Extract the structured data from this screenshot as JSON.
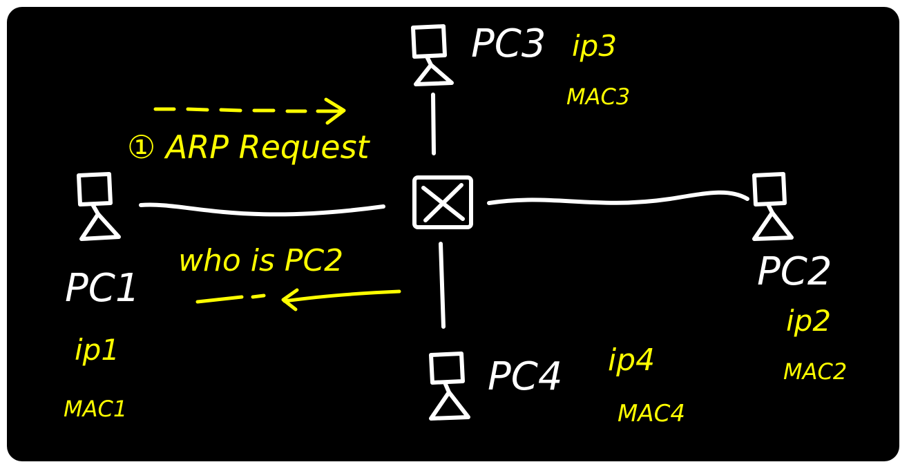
{
  "colors": {
    "background": "#000000",
    "ink": "#ffffff",
    "highlight": "#ffff00"
  },
  "nodes": {
    "pc1": {
      "label": "PC1",
      "ip": "ip1",
      "mac": "MAC1",
      "icon": "computer-icon"
    },
    "pc2": {
      "label": "PC2",
      "ip": "ip2",
      "mac": "MAC2",
      "icon": "computer-icon"
    },
    "pc3": {
      "label": "PC3",
      "ip": "ip3",
      "mac": "MAC3",
      "icon": "computer-icon"
    },
    "pc4": {
      "label": "PC4",
      "ip": "ip4",
      "mac": "MAC4",
      "icon": "computer-icon"
    },
    "switch": {
      "icon": "switch-icon"
    }
  },
  "annotations": {
    "request": "① ARP Request",
    "question": "who is PC2"
  }
}
